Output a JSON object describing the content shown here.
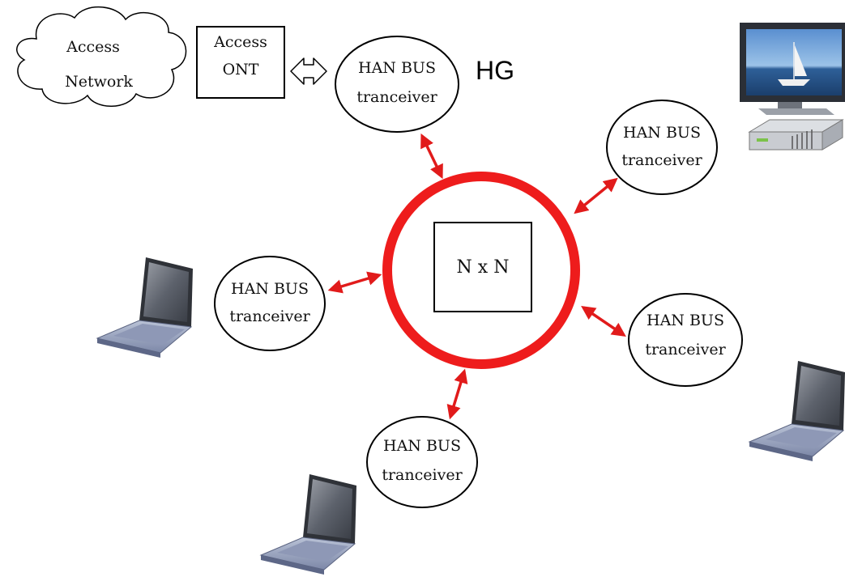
{
  "cloud": {
    "line1": "Access",
    "line2": "Network"
  },
  "ont": {
    "line1": "Access",
    "line2": "ONT"
  },
  "hg_label": "HG",
  "hub": {
    "label": "N x N"
  },
  "transceivers": [
    {
      "line1": "HAN BUS",
      "line2": "tranceiver"
    },
    {
      "line1": "HAN BUS",
      "line2": "tranceiver"
    },
    {
      "line1": "HAN BUS",
      "line2": "tranceiver"
    },
    {
      "line1": "HAN BUS",
      "line2": "tranceiver"
    },
    {
      "line1": "HAN BUS",
      "line2": "tranceiver"
    }
  ],
  "colors": {
    "ring": "#ee1c1c",
    "arrow": "#e11b1b",
    "stroke": "#000000"
  },
  "devices": [
    "tv-set-top-box-icon",
    "laptop-icon",
    "laptop-icon",
    "laptop-icon"
  ]
}
